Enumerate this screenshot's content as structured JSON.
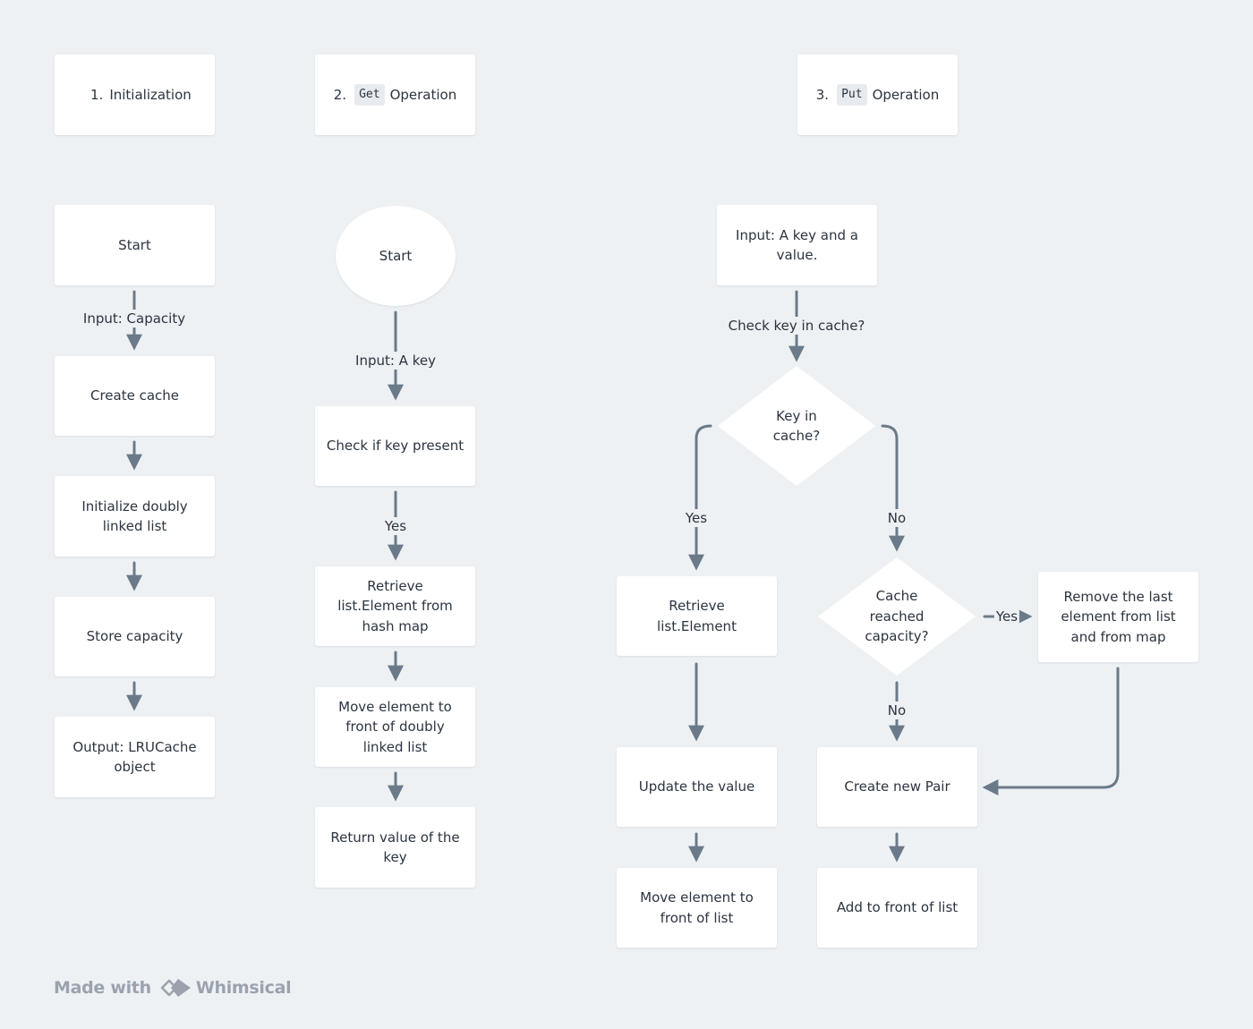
{
  "columns": {
    "initialization": {
      "header": {
        "number": "1.",
        "title": "Initialization"
      },
      "start": "Start",
      "input_label": "Input: Capacity",
      "create_cache": "Create cache",
      "init_list": "Initialize doubly linked list",
      "store_capacity": "Store capacity",
      "output": "Output: LRUCache object"
    },
    "get": {
      "header": {
        "number": "2.",
        "code": "Get",
        "title": "Operation"
      },
      "start": "Start",
      "input_label": "Input: A key",
      "check_key": "Check if key present",
      "yes_label": "Yes",
      "retrieve": "Retrieve list.Element from hash map",
      "move_front": "Move element to front of doubly linked list",
      "return_value": "Return value of the key"
    },
    "put": {
      "header": {
        "number": "3.",
        "code": "Put",
        "title": "Operation"
      },
      "input": "Input: A key and a value.",
      "check_label": "Check key in cache?",
      "key_in_cache": "Key in cache?",
      "yes_label": "Yes",
      "no_label": "No",
      "retrieve": "Retrieve list.Element",
      "update_value": "Update the value",
      "move_front": "Move element to front of list",
      "capacity_check": "Cache reached capacity?",
      "capacity_yes_label": "Yes",
      "capacity_no_label": "No",
      "remove_last": "Remove the last element from list and from map",
      "create_pair": "Create new Pair",
      "add_front": "Add to front of list"
    }
  },
  "footer": {
    "made_with": "Made with",
    "brand": "Whimsical"
  },
  "colors": {
    "background": "#eef1f4",
    "node": "#ffffff",
    "connector": "#6b7a88",
    "text": "#2b3440"
  }
}
